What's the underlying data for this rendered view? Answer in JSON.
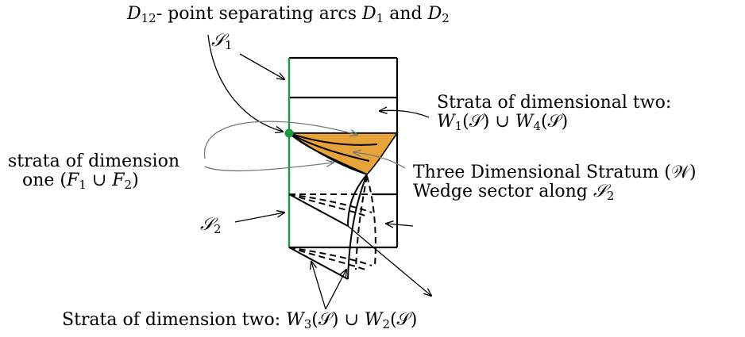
{
  "labels": {
    "d12": {
      "sym": "D",
      "sub": "12",
      "text": "- point separating arcs ",
      "d1": "D",
      "d1_sub": "1",
      "and": " and ",
      "d2": "D",
      "d2_sub": "2"
    },
    "s1": {
      "sym": "𝒮",
      "sub": "1"
    },
    "s2": {
      "sym": "𝒮",
      "sub": "2"
    },
    "strata_two_top_line1": "Strata of dimensional two:",
    "strata_two_top_line2": {
      "w1": "W",
      "w1_sub": "1",
      "mid1": "(𝒮) ∪ ",
      "w4": "W",
      "w4_sub": "4",
      "mid2": "(𝒮)"
    },
    "strata_one_line1": "strata of dimension",
    "strata_one_line2": {
      "pre": "one (",
      "f1": "F",
      "f1_sub": "1",
      "cup": " ∪ ",
      "f2": "F",
      "f2_sub": "2",
      "post": ")"
    },
    "three_dim_line1": "Three Dimensional Stratum (𝒲)",
    "three_dim_line2": {
      "pre": "Wedge sector along ",
      "s": "𝒮",
      "s_sub": "2"
    },
    "strata_two_bottom": {
      "pre": "Strata of dimension two: ",
      "w3": "W",
      "w3_sub": "3",
      "mid1": "(𝒮) ∪ ",
      "w2": "W",
      "w2_sub": "2",
      "mid2": "(𝒮)"
    }
  },
  "colors": {
    "wedge_fill": "#E8A23A",
    "green_line": "#1a9a3c",
    "ink": "#000000",
    "gray_arrow": "#777777"
  }
}
